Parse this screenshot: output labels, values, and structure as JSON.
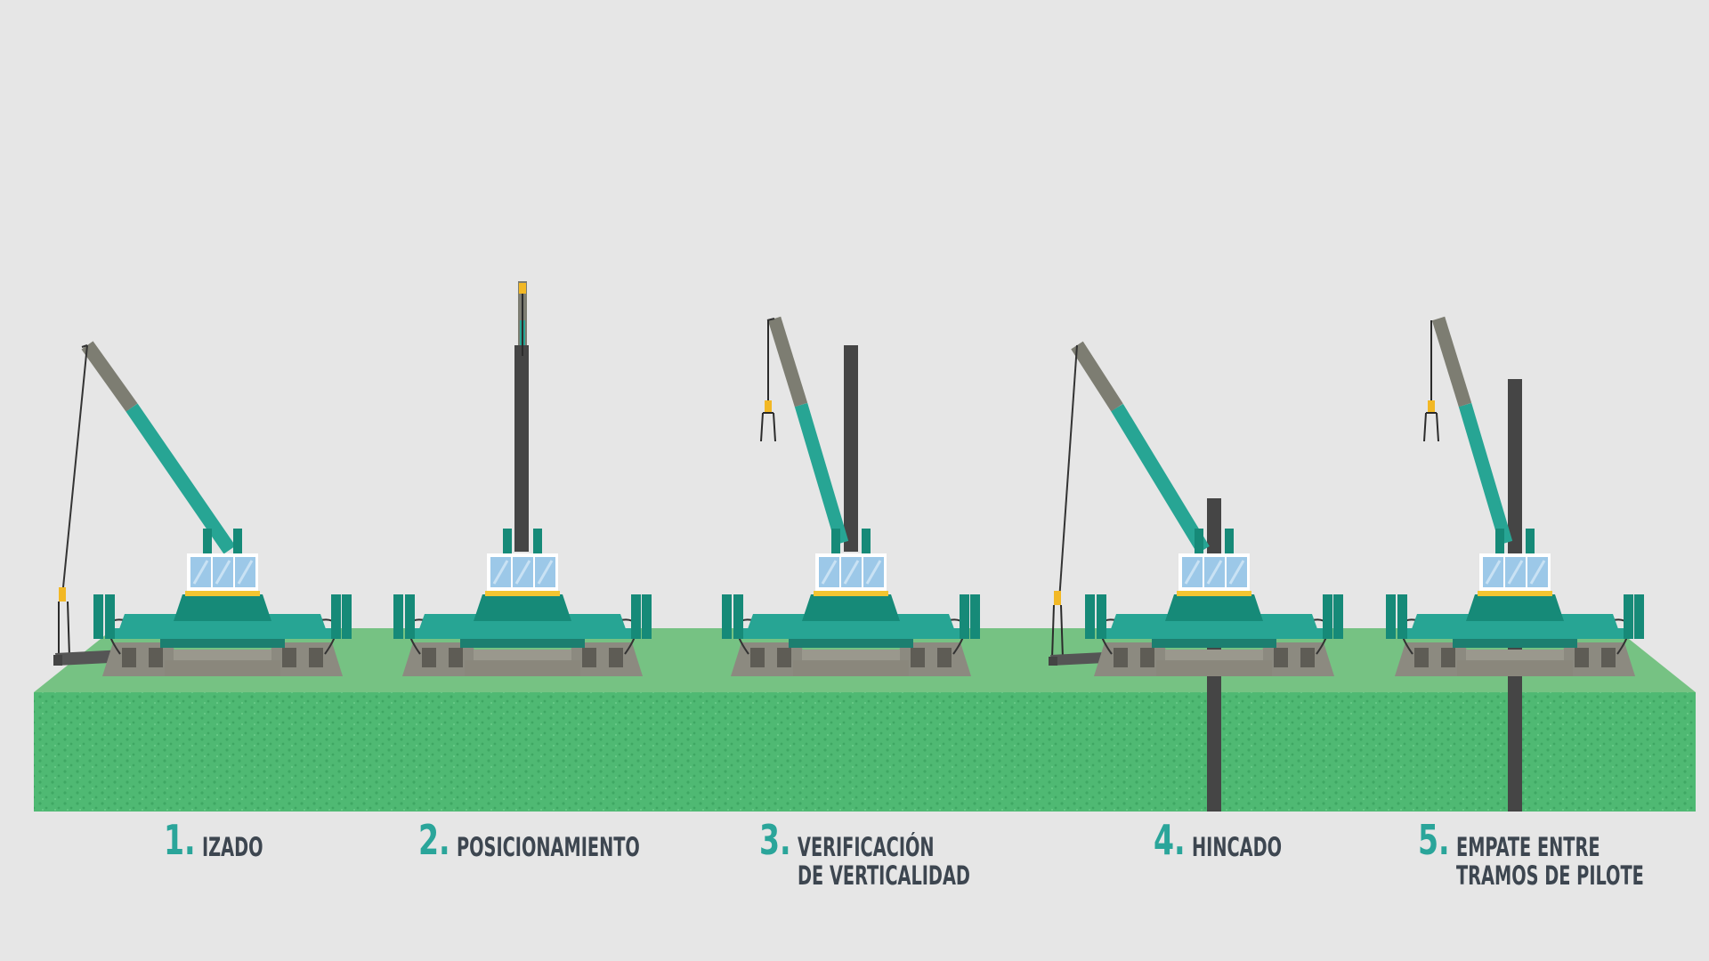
{
  "steps": [
    {
      "number": "1.",
      "lines": [
        "IZADO"
      ]
    },
    {
      "number": "2.",
      "lines": [
        "POSICIONAMIENTO"
      ]
    },
    {
      "number": "3.",
      "lines": [
        "VERIFICACIÓN",
        "DE VERTICALIDAD"
      ]
    },
    {
      "number": "4.",
      "lines": [
        "HINCADO"
      ]
    },
    {
      "number": "5.",
      "lines": [
        "EMPATE ENTRE",
        "TRAMOS DE PILOTE"
      ]
    }
  ],
  "colors": {
    "background": "#e6e6e6",
    "ground_top": "#76c283",
    "ground_front": "#4fb973",
    "machine_teal": "#27a594",
    "machine_dark": "#168a78",
    "boom_grey": "#7d7d72",
    "pile": "#454545",
    "label_number": "#2aa59a",
    "label_text": "#3d4650"
  }
}
